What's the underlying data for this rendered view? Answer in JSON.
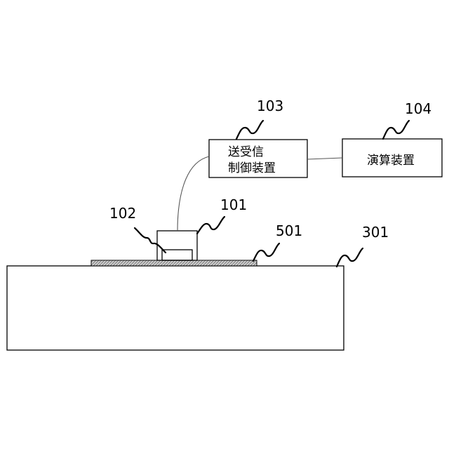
{
  "components": {
    "controller": {
      "ref": "103",
      "line1": "送受信",
      "line2": "制御装置"
    },
    "processor": {
      "ref": "104",
      "text": "演算装置"
    },
    "sensor": {
      "ref": "101"
    },
    "element": {
      "ref": "102"
    },
    "film": {
      "ref": "501"
    },
    "base": {
      "ref": "301"
    }
  }
}
